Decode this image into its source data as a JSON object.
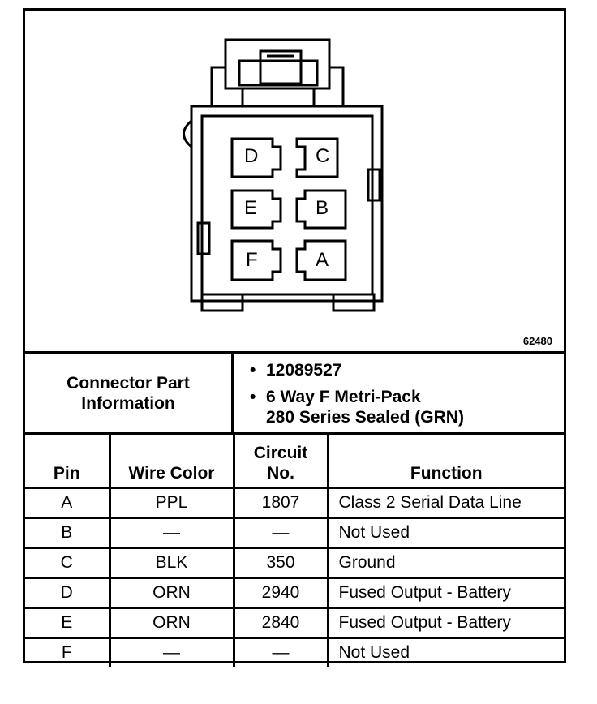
{
  "diagram": {
    "reference_number": "62480",
    "pins": [
      {
        "label": "D"
      },
      {
        "label": "C"
      },
      {
        "label": "E"
      },
      {
        "label": "B"
      },
      {
        "label": "F"
      },
      {
        "label": "A"
      }
    ]
  },
  "connector_info": {
    "label_line1": "Connector Part",
    "label_line2": "Information",
    "bullet_char": "•",
    "items": [
      "12089527",
      "6 Way F Metri-Pack\n280 Series Sealed (GRN)"
    ]
  },
  "table": {
    "headers": {
      "pin": "Pin",
      "wire_color": "Wire Color",
      "circuit_line1": "Circuit",
      "circuit_line2": "No.",
      "function": "Function"
    },
    "rows": [
      {
        "pin": "A",
        "wire_color": "PPL",
        "circuit": "1807",
        "function": "Class 2 Serial Data Line"
      },
      {
        "pin": "B",
        "wire_color": "—",
        "circuit": "—",
        "function": "Not Used"
      },
      {
        "pin": "C",
        "wire_color": "BLK",
        "circuit": "350",
        "function": "Ground"
      },
      {
        "pin": "D",
        "wire_color": "ORN",
        "circuit": "2940",
        "function": "Fused Output - Battery"
      },
      {
        "pin": "E",
        "wire_color": "ORN",
        "circuit": "2840",
        "function": "Fused Output - Battery"
      },
      {
        "pin": "F",
        "wire_color": "—",
        "circuit": "—",
        "function": "Not Used"
      }
    ]
  }
}
